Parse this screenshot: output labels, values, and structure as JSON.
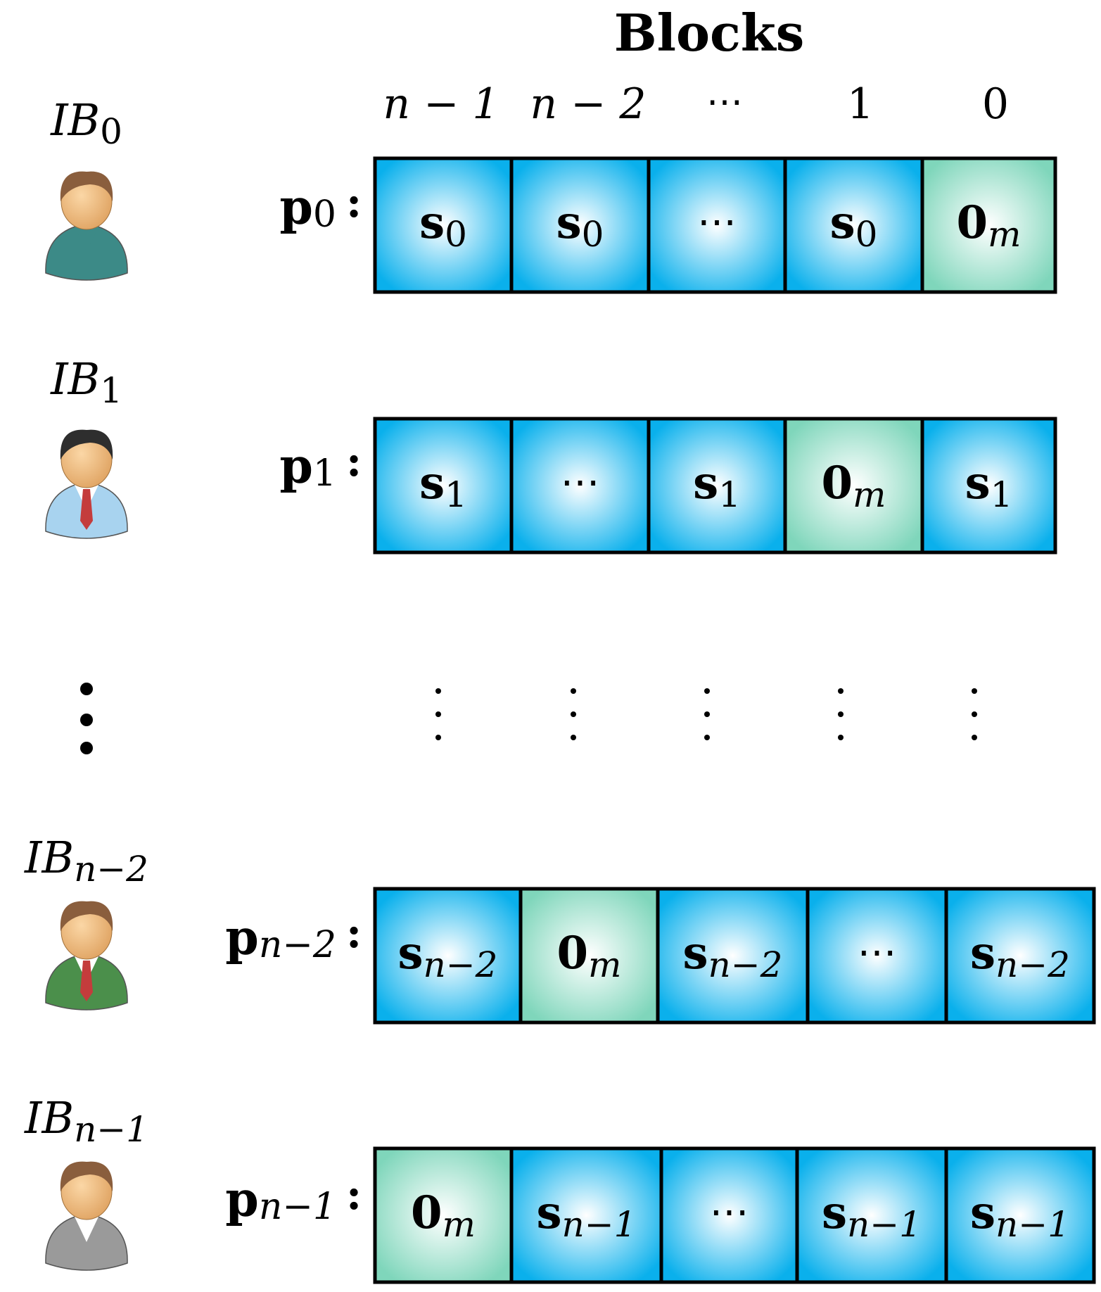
{
  "title": "Blocks",
  "column_headers": [
    "n − 1",
    "n − 2",
    "⋯",
    "1",
    "0"
  ],
  "colors": {
    "secret_block_edge": "#0ab0ec",
    "secret_block_center": "#ffffff",
    "zero_block_edge": "#7fd6bb",
    "zero_block_center": "#ffffff",
    "block_border": "#000000"
  },
  "rows": [
    {
      "user_label": "IB",
      "user_sub": "0",
      "avatar": "person-teal-shirt-icon",
      "vector_label": "p",
      "vector_sub": "0",
      "cells": [
        {
          "kind": "s",
          "text": "s",
          "sub": "0"
        },
        {
          "kind": "s",
          "text": "s",
          "sub": "0"
        },
        {
          "kind": "s",
          "text": "⋯",
          "sub": ""
        },
        {
          "kind": "s",
          "text": "s",
          "sub": "0"
        },
        {
          "kind": "zero",
          "text": "0",
          "sub": "m"
        }
      ]
    },
    {
      "user_label": "IB",
      "user_sub": "1",
      "avatar": "person-blue-shirt-tie-icon",
      "vector_label": "p",
      "vector_sub": "1",
      "cells": [
        {
          "kind": "s",
          "text": "s",
          "sub": "1"
        },
        {
          "kind": "s",
          "text": "⋯",
          "sub": ""
        },
        {
          "kind": "s",
          "text": "s",
          "sub": "1"
        },
        {
          "kind": "zero",
          "text": "0",
          "sub": "m"
        },
        {
          "kind": "s",
          "text": "s",
          "sub": "1"
        }
      ]
    },
    {
      "user_label": "IB",
      "user_sub": "n−2",
      "avatar": "person-green-suit-icon",
      "vector_label": "p",
      "vector_sub": "n−2",
      "cells": [
        {
          "kind": "s",
          "text": "s",
          "sub": "n−2"
        },
        {
          "kind": "zero",
          "text": "0",
          "sub": "m"
        },
        {
          "kind": "s",
          "text": "s",
          "sub": "n−2"
        },
        {
          "kind": "s",
          "text": "⋯",
          "sub": ""
        },
        {
          "kind": "s",
          "text": "s",
          "sub": "n−2"
        }
      ]
    },
    {
      "user_label": "IB",
      "user_sub": "n−1",
      "avatar": "person-gray-suit-icon",
      "vector_label": "p",
      "vector_sub": "n−1",
      "cells": [
        {
          "kind": "zero",
          "text": "0",
          "sub": "m"
        },
        {
          "kind": "s",
          "text": "s",
          "sub": "n−1"
        },
        {
          "kind": "s",
          "text": "⋯",
          "sub": ""
        },
        {
          "kind": "s",
          "text": "s",
          "sub": "n−1"
        },
        {
          "kind": "s",
          "text": "s",
          "sub": "n−1"
        }
      ]
    }
  ],
  "colon": ":"
}
